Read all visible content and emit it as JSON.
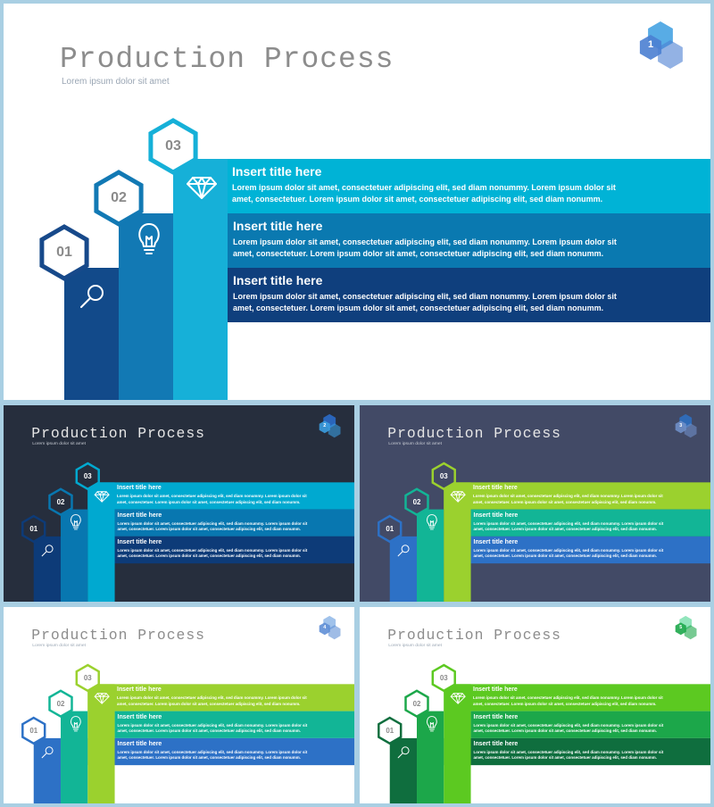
{
  "slides": [
    {
      "theme": "light-blue",
      "title": "Production Process",
      "subtitle": "Lorem ipsum dolor sit amet",
      "slide_number": "1",
      "background": "#ffffff",
      "colors": {
        "bar1": "#00b3d6",
        "bar2": "#0a79b0",
        "bar3": "#0f3f7d",
        "col1": "#124a8a",
        "col2": "#1279b4",
        "col3": "#16b0d8",
        "hex1": "#17498a",
        "hex2": "#1279b4",
        "hex3": "#16b0d8",
        "badge_a": "#3b9de0",
        "badge_b": "#4b7fd2"
      },
      "steps": [
        {
          "number": "01",
          "icon": "magnifier-icon",
          "title": "Insert title here",
          "body": "Lorem ipsum dolor sit amet, consectetuer adipiscing elit, sed diam nonummy.  Lorem ipsum dolor sit amet, consectetuer. Lorem ipsum dolor sit amet, consectetuer adipiscing elit, sed diam nonumm."
        },
        {
          "number": "02",
          "icon": "lightbulb-icon",
          "title": "Insert title here",
          "body": "Lorem ipsum dolor sit amet, consectetuer adipiscing elit, sed diam nonummy.  Lorem ipsum dolor sit amet, consectetuer. Lorem ipsum dolor sit amet, consectetuer adipiscing elit, sed diam nonumm."
        },
        {
          "number": "03",
          "icon": "diamond-icon",
          "title": "Insert title here",
          "body": "Lorem ipsum dolor sit amet, consectetuer adipiscing elit, sed diam nonummy.  Lorem ipsum dolor sit amet, consectetuer. Lorem ipsum dolor sit amet, consectetuer adipiscing elit, sed diam nonumm."
        }
      ]
    },
    {
      "theme": "dark-blue",
      "title": "Production Process",
      "subtitle": "Lorem ipsum dolor sit amet",
      "slide_number": "2",
      "background": "#262e3d",
      "colors": {
        "bar1": "#00a9d0",
        "bar2": "#0877b0",
        "bar3": "#0d3b78",
        "col1": "#0d3b78",
        "col2": "#0877b0",
        "col3": "#00a9d0",
        "hex1": "#0d3b78",
        "hex2": "#0877b0",
        "hex3": "#00a9d0",
        "badge_a": "#2b6fd0",
        "badge_b": "#3b9de0"
      },
      "steps": [
        {
          "number": "01",
          "icon": "magnifier-icon",
          "title": "Insert title here",
          "body": "Lorem ipsum dolor sit amet, consectetuer adipiscing elit, sed diam nonummy.  Lorem ipsum dolor sit amet, consectetuer. Lorem ipsum dolor sit amet, consectetuer adipiscing elit, sed diam nonumm."
        },
        {
          "number": "02",
          "icon": "lightbulb-icon",
          "title": "Insert title here",
          "body": "Lorem ipsum dolor sit amet, consectetuer adipiscing elit, sed diam nonummy.  Lorem ipsum dolor sit amet, consectetuer. Lorem ipsum dolor sit amet, consectetuer adipiscing elit, sed diam nonumm."
        },
        {
          "number": "03",
          "icon": "diamond-icon",
          "title": "Insert title here",
          "body": "Lorem ipsum dolor sit amet, consectetuer adipiscing elit, sed diam nonummy.  Lorem ipsum dolor sit amet, consectetuer. Lorem ipsum dolor sit amet, consectetuer adipiscing elit, sed diam nonumm."
        }
      ]
    },
    {
      "theme": "dark-slate-green",
      "title": "Production Process",
      "subtitle": "Lorem ipsum dolor sit amet",
      "slide_number": "3",
      "background": "#424a66",
      "colors": {
        "bar1": "#9bd12e",
        "bar2": "#12b596",
        "bar3": "#2d71c6",
        "col1": "#2d71c6",
        "col2": "#12b596",
        "col3": "#9bd12e",
        "hex1": "#2d71c6",
        "hex2": "#12b596",
        "hex3": "#9bd12e",
        "badge_a": "#2d71c6",
        "badge_b": "#6f8fc8"
      },
      "steps": [
        {
          "number": "01",
          "icon": "magnifier-icon",
          "title": "Insert title here",
          "body": "Lorem ipsum dolor sit amet, consectetuer adipiscing elit, sed diam nonummy.  Lorem ipsum dolor sit amet, consectetuer. Lorem ipsum dolor sit amet, consectetuer adipiscing elit, sed diam nonumm."
        },
        {
          "number": "02",
          "icon": "lightbulb-icon",
          "title": "Insert title here",
          "body": "Lorem ipsum dolor sit amet, consectetuer adipiscing elit, sed diam nonummy.  Lorem ipsum dolor sit amet, consectetuer. Lorem ipsum dolor sit amet, consectetuer adipiscing elit, sed diam nonumm."
        },
        {
          "number": "03",
          "icon": "diamond-icon",
          "title": "Insert title here",
          "body": "Lorem ipsum dolor sit amet, consectetuer adipiscing elit, sed diam nonummy.  Lorem ipsum dolor sit amet, consectetuer. Lorem ipsum dolor sit amet, consectetuer adipiscing elit, sed diam nonumm."
        }
      ]
    },
    {
      "theme": "light-green-blue",
      "title": "Production Process",
      "subtitle": "Lorem ipsum dolor sit amet",
      "slide_number": "4",
      "background": "#ffffff",
      "colors": {
        "bar1": "#9bd12e",
        "bar2": "#12b596",
        "bar3": "#2d71c6",
        "col1": "#2d71c6",
        "col2": "#12b596",
        "col3": "#9bd12e",
        "hex1": "#2d71c6",
        "hex2": "#12b596",
        "hex3": "#9bd12e",
        "badge_a": "#8fb7e8",
        "badge_b": "#5f8fd6"
      },
      "steps": [
        {
          "number": "01",
          "icon": "magnifier-icon",
          "title": "Insert title here",
          "body": "Lorem ipsum dolor sit amet, consectetuer adipiscing elit, sed diam nonummy.  Lorem ipsum dolor sit amet, consectetuer. Lorem ipsum dolor sit amet, consectetuer adipiscing elit, sed diam nonumm."
        },
        {
          "number": "02",
          "icon": "lightbulb-icon",
          "title": "Insert title here",
          "body": "Lorem ipsum dolor sit amet, consectetuer adipiscing elit, sed diam nonummy.  Lorem ipsum dolor sit amet, consectetuer. Lorem ipsum dolor sit amet, consectetuer adipiscing elit, sed diam nonumm."
        },
        {
          "number": "03",
          "icon": "diamond-icon",
          "title": "Insert title here",
          "body": "Lorem ipsum dolor sit amet, consectetuer adipiscing elit, sed diam nonummy.  Lorem ipsum dolor sit amet, consectetuer. Lorem ipsum dolor sit amet, consectetuer adipiscing elit, sed diam nonumm."
        }
      ]
    },
    {
      "theme": "light-green",
      "title": "Production Process",
      "subtitle": "Lorem ipsum dolor sit amet",
      "slide_number": "5",
      "background": "#ffffff",
      "colors": {
        "bar1": "#5cc921",
        "bar2": "#1ca74a",
        "bar3": "#0f6e3e",
        "col1": "#0f6e3e",
        "col2": "#1ca74a",
        "col3": "#5cc921",
        "hex1": "#0f6e3e",
        "hex2": "#1ca74a",
        "hex3": "#5cc921",
        "badge_a": "#7fe0b0",
        "badge_b": "#1ca74a"
      },
      "steps": [
        {
          "number": "01",
          "icon": "magnifier-icon",
          "title": "Insert title here",
          "body": "Lorem ipsum dolor sit amet, consectetuer adipiscing elit, sed diam nonummy.  Lorem ipsum dolor sit amet, consectetuer. Lorem ipsum dolor sit amet, consectetuer adipiscing elit, sed diam nonumm."
        },
        {
          "number": "02",
          "icon": "lightbulb-icon",
          "title": "Insert title here",
          "body": "Lorem ipsum dolor sit amet, consectetuer adipiscing elit, sed diam nonummy.  Lorem ipsum dolor sit amet, consectetuer. Lorem ipsum dolor sit amet, consectetuer adipiscing elit, sed diam nonumm."
        },
        {
          "number": "03",
          "icon": "diamond-icon",
          "title": "Insert title here",
          "body": "Lorem ipsum dolor sit amet, consectetuer adipiscing elit, sed diam nonummy.  Lorem ipsum dolor sit amet, consectetuer. Lorem ipsum dolor sit amet, consectetuer adipiscing elit, sed diam nonumm."
        }
      ]
    }
  ]
}
